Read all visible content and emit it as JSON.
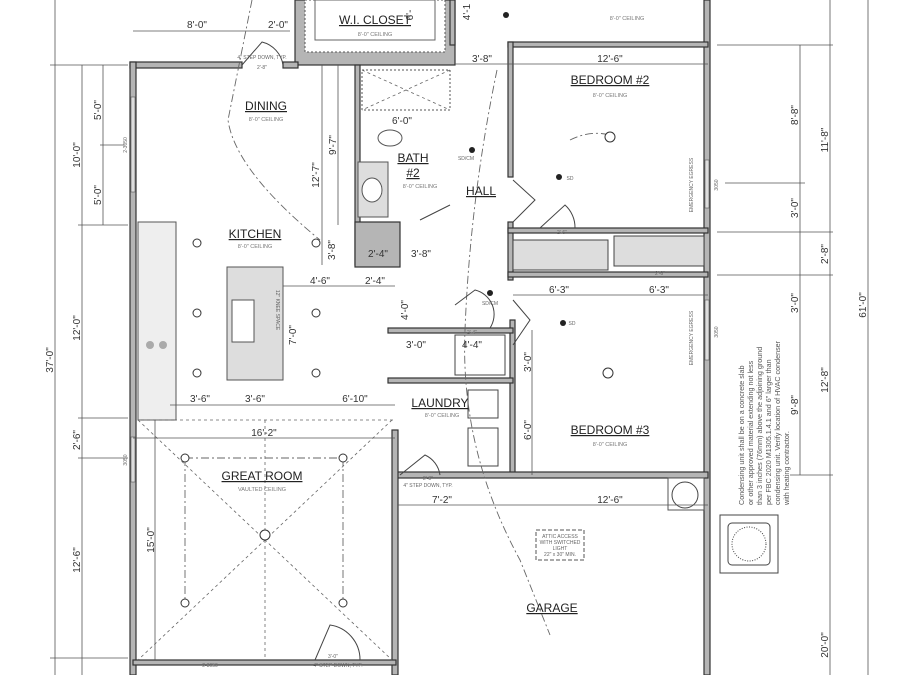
{
  "rooms": {
    "wi_closet": {
      "label": "W.I. CLOSET",
      "ceiling": "8'-0\" CEILING"
    },
    "bedroom_top": {
      "ceiling": "8'-0\" CEILING"
    },
    "dining": {
      "label": "DINING",
      "ceiling": "8'-0\" CEILING"
    },
    "bath2": {
      "label": "BATH",
      "label2": "#2",
      "ceiling": "8'-0\" CEILING"
    },
    "hall": {
      "label": "HALL"
    },
    "bedroom2": {
      "label": "BEDROOM #2",
      "ceiling": "8'-0\" CEILING"
    },
    "kitchen": {
      "label": "KITCHEN",
      "ceiling": "8'-0\" CEILING"
    },
    "laundry": {
      "label": "LAUNDRY",
      "ceiling": "8'-0\" CEILING"
    },
    "bedroom3": {
      "label": "BEDROOM #3",
      "ceiling": "8'-0\" CEILING"
    },
    "great_room": {
      "label": "GREAT ROOM",
      "ceiling": "VAULTED CEILING"
    },
    "garage": {
      "label": "GARAGE"
    }
  },
  "annotations": {
    "step_down": "4\" STEP DOWN, TYP.",
    "knee_space": "12\" KNEE SPACE",
    "sd_cm": "SD/CM",
    "sd": "SD",
    "egress": "EMERGENCY EGRESS",
    "window_3050": "3050",
    "window_2_3050": "2-3050",
    "attic_access": [
      "ATTIC ACCESS",
      "WITH SWITCHED",
      "LIGHT",
      "22\" x 30\" MIN."
    ],
    "condenser_note": [
      "Condensing unit shall be on a concrete slab",
      "or other approved material extending not less",
      "than 3 inches (76mm) above the adjoining ground",
      "per FBC 2020 M1305.1.4.1 and 6\" larger than",
      "condensing unit. Verify location of HVAC condenser",
      "with heating contractor."
    ]
  },
  "dimensions": {
    "top_8_0": "8'-0\"",
    "top_2_0": "2'-0\"",
    "door_2_8_top": "2'-8\"",
    "closet_6": "6'-",
    "closet_4_1": "4'-1",
    "hall_3_8_top": "3'-8\"",
    "bed2_width": "12'-6\"",
    "bath_6_0": "6'-0\"",
    "dining_9_7": "9'-7\"",
    "dining_12_7": "12'-7\"",
    "k_3_8": "3'-8\"",
    "bath_2_4": "2'-4\"",
    "bath_3_8": "3'-8\"",
    "k_4_6": "4'-6\"",
    "k_2_4": "2'-4\"",
    "island_7_0": "7'-0\"",
    "hall_4_0": "4'-0\"",
    "closet_2_6a": "2'-6\"",
    "closet_2_6b": "2'-6\"",
    "closet_6_3a": "6'-3\"",
    "closet_6_3b": "6'-3\"",
    "l_3_0": "3'-0\"",
    "l_4_4": "4'-4\"",
    "l_2_4": "2'-4\"",
    "b3_3_0": "3'-0\"",
    "b3_6_0": "6'-0\"",
    "k_3_6a": "3'-6\"",
    "k_3_6b": "3'-6\"",
    "k_6_10": "6'-10\"",
    "gr_16_2": "16'-2\"",
    "gr_15_0": "15'-0\"",
    "g_door_2_8": "2'-8\"",
    "g_7_2": "7'-2\"",
    "g_12_6": "12'-6\"",
    "gr_door_3_0": "3'-0\"",
    "left_5_0a": "5'-0\"",
    "left_5_0b": "5'-0\"",
    "left_10_0": "10'-0\"",
    "left_12_0": "12'-0\"",
    "left_37_0": "37'-0\"",
    "left_2_6": "2'-6\"",
    "left_12_6": "12'-6\"",
    "right_8_8": "8'-8\"",
    "right_11_8": "11'-8\"",
    "right_3_0a": "3'-0\"",
    "right_2_8": "2'-8\"",
    "right_3_0b": "3'-0\"",
    "right_61_0": "61'-0\"",
    "right_12_8": "12'-8\"",
    "right_9_8": "9'-8\"",
    "right_20_0": "20'-0\""
  }
}
